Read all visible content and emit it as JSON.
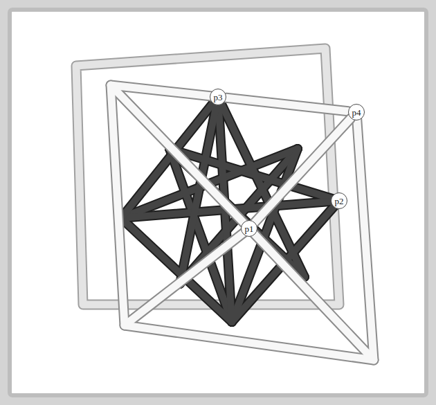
{
  "diagram": {
    "nodes": [
      {
        "text": [
          "p3"
        ]
      },
      {
        "text": [
          "p4"
        ]
      },
      {
        "text": [
          "p2"
        ]
      },
      {
        "text": [
          "p1"
        ]
      }
    ],
    "edges": [
      {
        "from": 0,
        "to": 1,
        "arrow": "none"
      },
      {
        "from": 3,
        "to": 1,
        "arrow": "none"
      }
    ]
  }
}
